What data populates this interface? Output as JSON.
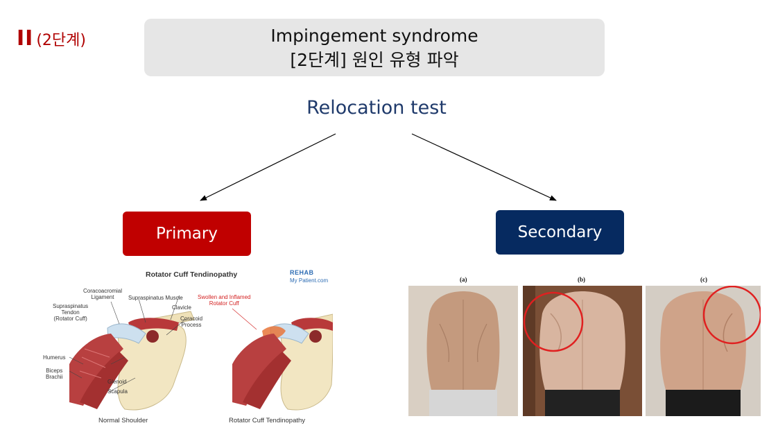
{
  "section": {
    "roman": "II",
    "step": "(2단계)"
  },
  "title": {
    "line1": "Impingement syndrome",
    "line2": "[2단계] 원인 유형 파악"
  },
  "test": {
    "label": "Relocation test"
  },
  "branches": {
    "primary": "Primary",
    "secondary": "Secondary"
  },
  "colors": {
    "primary": "#c00000",
    "secondary": "#062a60",
    "test_text": "#1f3a6b",
    "section": "#b00000",
    "title_box": "#e6e6e6"
  },
  "anatomy": {
    "heading": "Rotator Cuff Tendinopathy",
    "logo_line1": "REHAB",
    "logo_line2": "My Patient.com",
    "labels": {
      "coracoacromial": "Coracoacromial\nLigament",
      "supraspinatus_muscle": "Supraspinatus Muscle",
      "clavicle": "Clavicle",
      "supraspinatus_tendon": "Supraspinatus\nTendon\n(Rotator Cuff)",
      "coracoid": "Coracoid\nProcess",
      "humerus": "Humerus",
      "biceps": "Biceps\nBrachii",
      "glenoid": "Glenoid",
      "scapula": "Scapula",
      "swollen": "Swollen and Inflamed\nRotator Cuff"
    },
    "caption_left": "Normal Shoulder",
    "caption_right": "Rotator Cuff Tendinopathy"
  },
  "photos": {
    "labels": [
      "(a)",
      "(b)",
      "(c)"
    ]
  }
}
